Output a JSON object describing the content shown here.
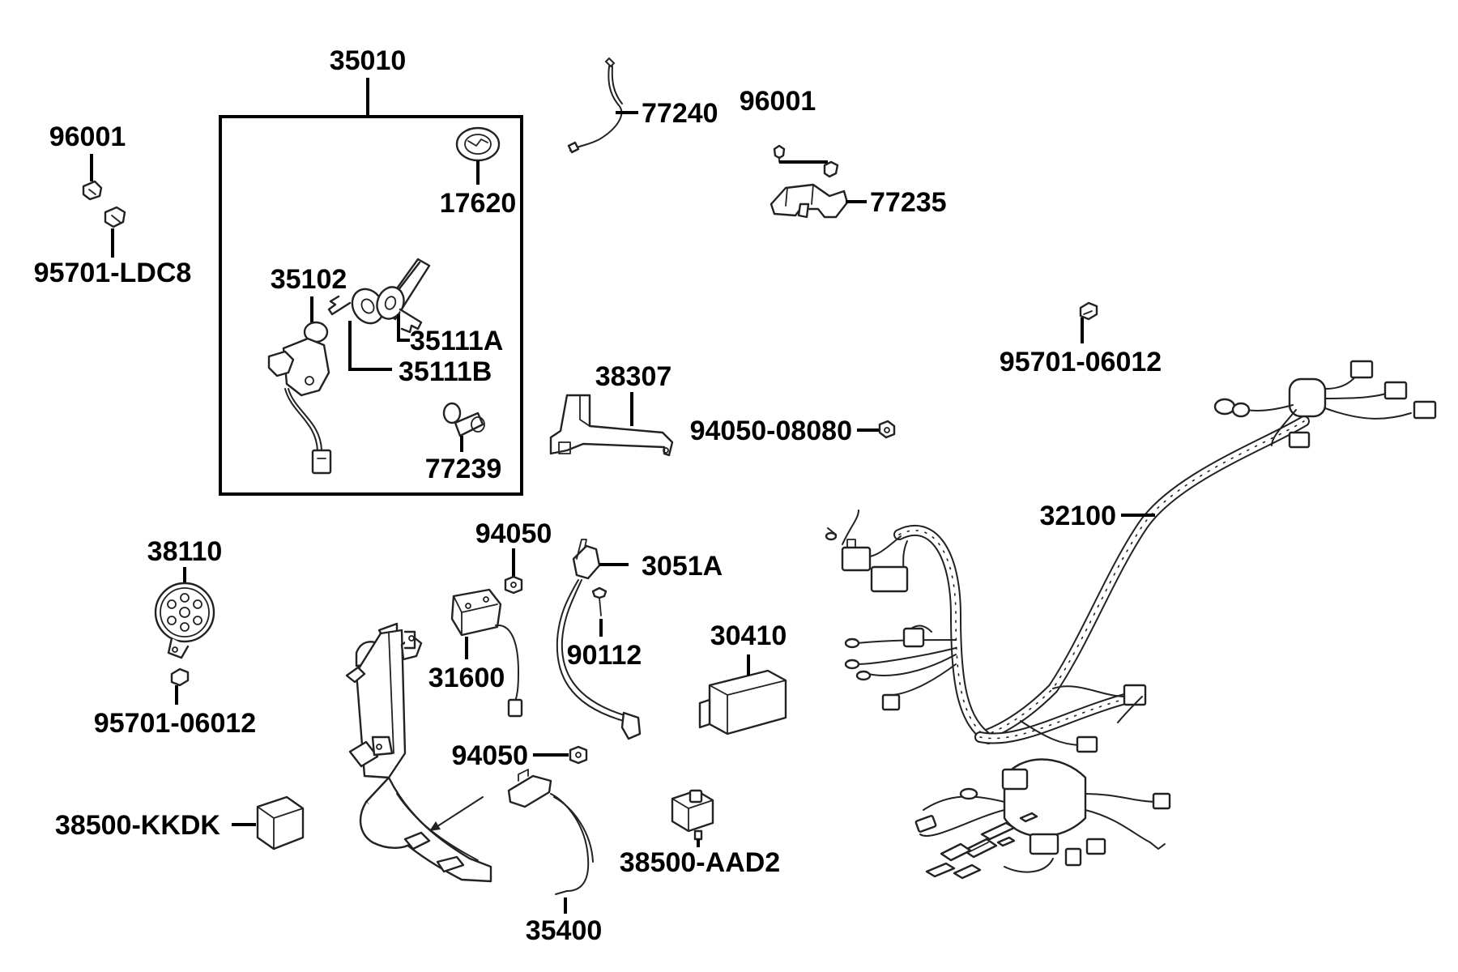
{
  "diagram": {
    "labels": {
      "l35010": "35010",
      "l96001a": "96001",
      "l95701ldc8": "95701-LDC8",
      "l17620": "17620",
      "l35102": "35102",
      "l35111a": "35111A",
      "l35111b": "35111B",
      "l77239": "77239",
      "l77240": "77240",
      "l96001b": "96001",
      "l77235": "77235",
      "l9570106012a": "95701-06012",
      "l38307": "38307",
      "l9405008080": "94050-08080",
      "l32100": "32100",
      "l38110": "38110",
      "l9570106012b": "95701-06012",
      "l94050a": "94050",
      "l3051a": "3051A",
      "l90112": "90112",
      "l31600": "31600",
      "l30410": "30410",
      "l94050b": "94050",
      "l38500kkdk": "38500-KKDK",
      "l38500aad2": "38500-AAD2",
      "l35400": "35400"
    }
  }
}
